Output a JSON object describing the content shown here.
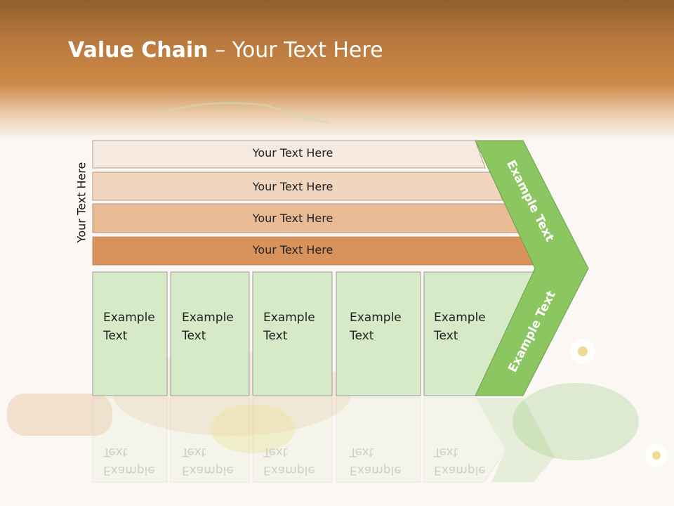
{
  "slide": {
    "title_bold": "Value Chain",
    "title_rest": " – Your Text Here",
    "vertical_label": "Your Text Here"
  },
  "bars": [
    {
      "label": "Your Text Here",
      "color": "#f6e9df"
    },
    {
      "label": "Your Text Here",
      "color": "#f0d6bf"
    },
    {
      "label": "Your Text Here",
      "color": "#e8bb95"
    },
    {
      "label": "Your Text Here",
      "color": "#d8925a"
    }
  ],
  "cells": [
    {
      "line1": "Example",
      "line2": "Text"
    },
    {
      "line1": "Example",
      "line2": "Text"
    },
    {
      "line1": "Example",
      "line2": "Text"
    },
    {
      "line1": "Example",
      "line2": "Text"
    },
    {
      "line1": "Example",
      "line2": "Text"
    }
  ],
  "chevron": {
    "upper_label": "Example Text",
    "lower_label": "Example Text",
    "color": "#8cc661"
  },
  "colors": {
    "cell_fill": "#d6eac8",
    "cell_stroke": "#8a8a8a",
    "header_brown": "#c9873f"
  }
}
